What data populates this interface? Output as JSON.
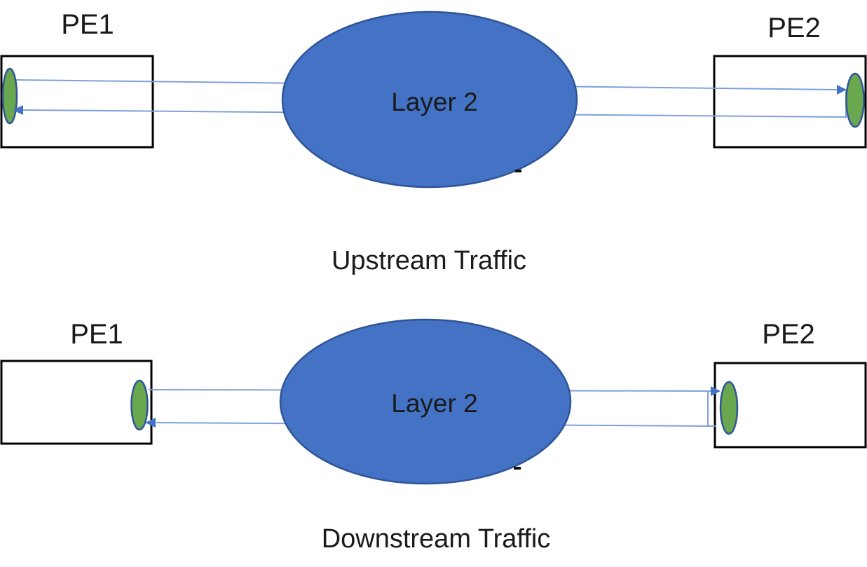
{
  "figure": {
    "upstream": {
      "pe1_label": "PE1",
      "pe2_label": "PE2",
      "cloud_label": "Layer 2",
      "caption": "Upstream Traffic"
    },
    "downstream": {
      "pe1_label": "PE1",
      "pe2_label": "PE2",
      "cloud_label": "Layer 2",
      "caption": "Downstream Traffic"
    },
    "colors": {
      "cloud_fill": "#4472c4",
      "cloud_stroke": "#2f5597",
      "port_fill": "#6aa84f",
      "port_stroke": "#2f5597",
      "connector": "#7fa0da",
      "arrowhead": "#4472c4",
      "box_border": "#000000",
      "text_color": "#1a1a1a"
    }
  }
}
